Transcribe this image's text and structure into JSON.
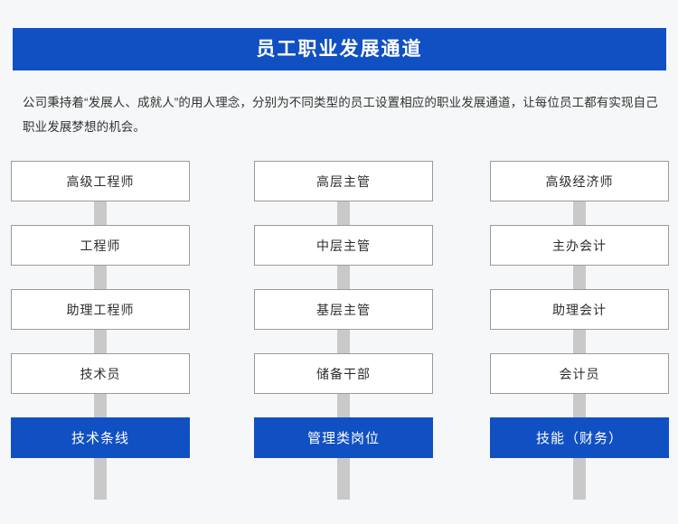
{
  "banner": {
    "title": "员工职业发展通道",
    "background_color": "#1150c2",
    "text_color": "#ffffff"
  },
  "intro": {
    "text": "公司秉持着“发展人、成就人”的用人理念，分别为不同类型的员工设置相应的职业发展通道，让每位员工都有实现自己职业发展梦想的机会。"
  },
  "page": {
    "background_color": "#f6f7f8",
    "arrow_color": "#c9c9c9",
    "box_border_color": "#9b9b9b",
    "box_background": "#ffffff"
  },
  "columns": [
    {
      "id": "technical-track",
      "arrow_icon": "up-arrow-icon",
      "rungs": [
        "高级工程师",
        "工程师",
        "助理工程师",
        "技术员"
      ],
      "footer": "技术条线"
    },
    {
      "id": "management-track",
      "arrow_icon": "up-arrow-icon",
      "rungs": [
        "高层主管",
        "中层主管",
        "基层主管",
        "储备干部"
      ],
      "footer": "管理类岗位"
    },
    {
      "id": "skill-finance-track",
      "arrow_icon": "up-arrow-icon",
      "rungs": [
        "高级经济师",
        "主办会计",
        "助理会计",
        "会计员"
      ],
      "footer": "技能（财务）"
    }
  ]
}
